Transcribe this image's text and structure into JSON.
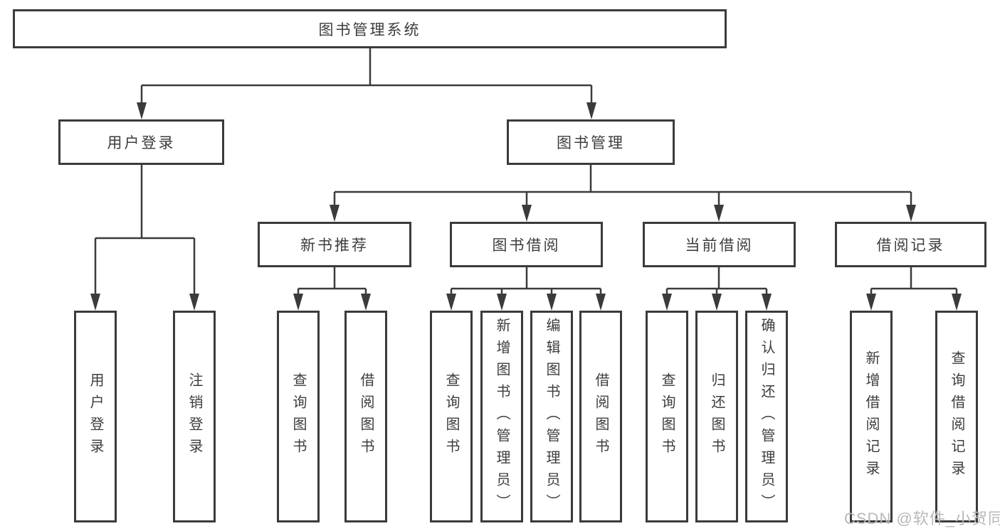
{
  "tree": {
    "root": "图书管理系统",
    "branches": [
      {
        "label": "用户登录",
        "leaves": [
          "用户登录",
          "注销登录"
        ]
      },
      {
        "label": "图书管理",
        "groups": [
          {
            "label": "新书推荐",
            "leaves": [
              "查询图书",
              "借阅图书"
            ]
          },
          {
            "label": "图书借阅",
            "leaves": [
              "查询图书",
              "新增图书（管理员）",
              "编辑图书（管理员）",
              "借阅图书"
            ]
          },
          {
            "label": "当前借阅",
            "leaves": [
              "查询图书",
              "归还图书",
              "确认归还（管理员）"
            ]
          },
          {
            "label": "借阅记录",
            "leaves": [
              "新增借阅记录",
              "查询借阅记录"
            ]
          }
        ]
      }
    ]
  },
  "watermark": "CSDN @软件_小贺同学",
  "colors": {
    "line": "#3b3b3b",
    "text": "#3d3d3d",
    "watermark": "#b8b8b8",
    "background": "#ffffff"
  }
}
